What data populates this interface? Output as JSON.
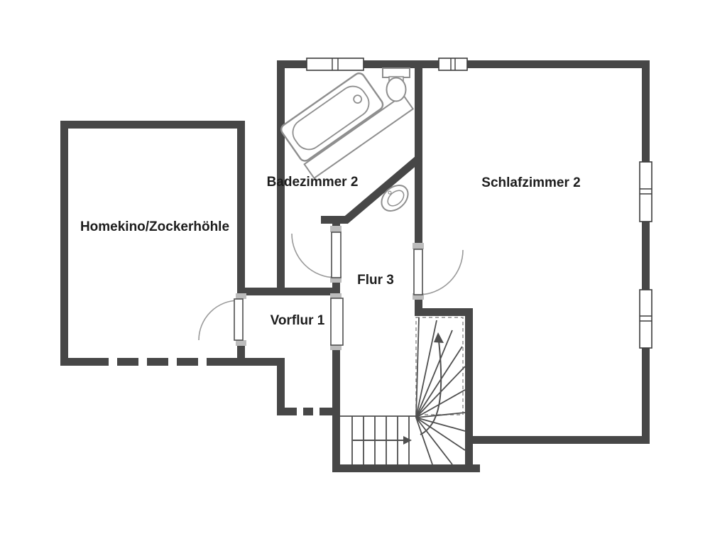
{
  "title": "Floor plan",
  "colors": {
    "bg": "#ffffff",
    "wall": "#474747",
    "fixture": "#8e8e8e",
    "arc": "#9a9a9a",
    "jamb": "#bcbcbc",
    "text": "#1d1d1d"
  },
  "rooms": {
    "homekino": {
      "label": "Homekino/Zockerhöhle"
    },
    "badezimmer": {
      "label": "Badezimmer 2"
    },
    "schlafzimmer": {
      "label": "Schlafzimmer 2"
    },
    "flur": {
      "label": "Flur 3"
    },
    "vorflur": {
      "label": "Vorflur 1"
    }
  },
  "fixtures": {
    "bathtub": "bathtub-icon",
    "toilet": "toilet-icon",
    "sink": "sink-icon",
    "staircase": "staircase-icon"
  }
}
